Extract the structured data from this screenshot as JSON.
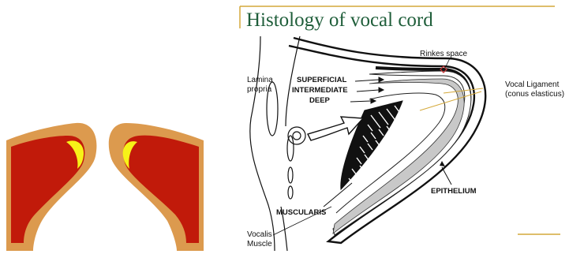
{
  "slide": {
    "title": "Histology of vocal cord"
  },
  "labels": {
    "rinkes_space": "Rinkes space",
    "lamina_propria": "Lamina propria",
    "superficial": "SUPERFICIAL",
    "intermediate": "INTERMEDIATE",
    "deep": "DEEP",
    "vocal_ligament": "Vocal Ligament (conus elasticus)",
    "epithelium": "EPITHELIUM",
    "muscularis": "MUSCULARIS",
    "vocalis_muscle": "Vocalis Muscle"
  },
  "colors": {
    "title_green": "#1f5e3a",
    "accent_line": "#d4a93a",
    "tissue_orange": "#dc9a4e",
    "muscle_red": "#c11a0a",
    "ligament_yellow": "#f7f218",
    "ligament_gray": "#c8c8c8"
  }
}
